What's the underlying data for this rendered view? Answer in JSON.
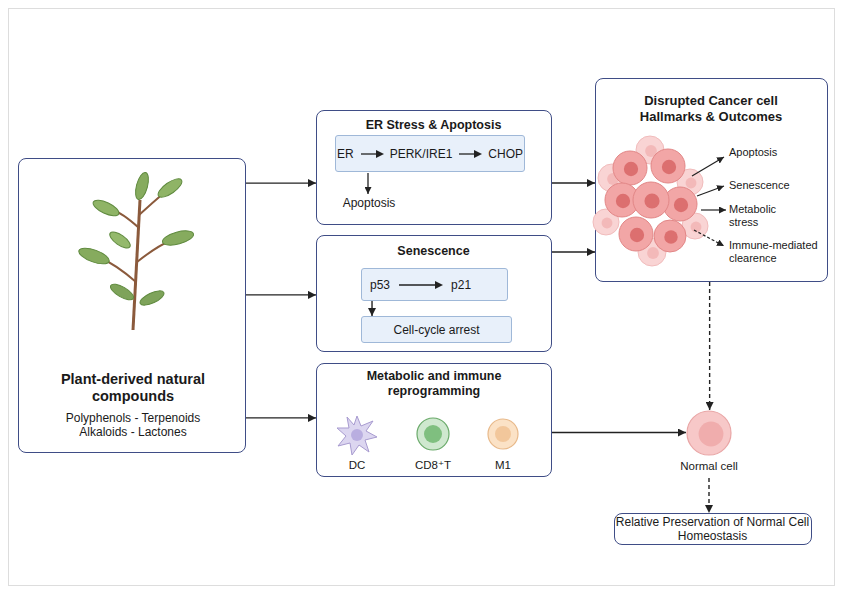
{
  "diagram": {
    "nodes": [
      {
        "text": [
          "Plant-derived natural compounds",
          "Polyphenols - Terpenoids Alkaloids - Lactones"
        ]
      },
      {
        "text": [
          "ER Stress & Apoptosis",
          "Apoptosis"
        ]
      },
      {
        "text": [
          "ER",
          "PERK/IRE1",
          "CHOP"
        ],
        "in": 1
      },
      {
        "text": [
          "Senescence"
        ]
      },
      {
        "text": [
          "p53",
          "p21"
        ],
        "in": 3
      },
      {
        "text": [
          "Cell-cycle arrest"
        ],
        "in": 3
      },
      {
        "text": [
          "Metabolic and immune reprogramming"
        ]
      },
      {
        "text": [
          "Disrupted Cancer cell Hallmarks & Outcomes",
          "Apoptosis",
          "Senescence",
          "Metabolic stress",
          "Immune-mediated clearence"
        ]
      },
      {
        "text": [
          "Normal cell"
        ]
      },
      {
        "text": [
          "Relative Preservation of Normal Cell Homeostasis"
        ]
      }
    ],
    "edges": [
      {
        "from": 0,
        "to": 1,
        "arrow": "to"
      },
      {
        "from": 0,
        "to": 3,
        "arrow": "to"
      },
      {
        "from": 0,
        "to": 6,
        "arrow": "to"
      },
      {
        "from": 1,
        "to": 7,
        "arrow": "to"
      },
      {
        "from": 3,
        "to": 7,
        "arrow": "to"
      },
      {
        "from": 6,
        "to": 8,
        "arrow": "to"
      },
      {
        "from": 7,
        "to": 8,
        "arrow": "to"
      },
      {
        "from": 8,
        "to": 9,
        "arrow": "to"
      },
      {
        "from": 4,
        "to": 5,
        "arrow": "to"
      }
    ],
    "labels": [
      "DC",
      "CD8⁺T",
      "M1"
    ]
  }
}
